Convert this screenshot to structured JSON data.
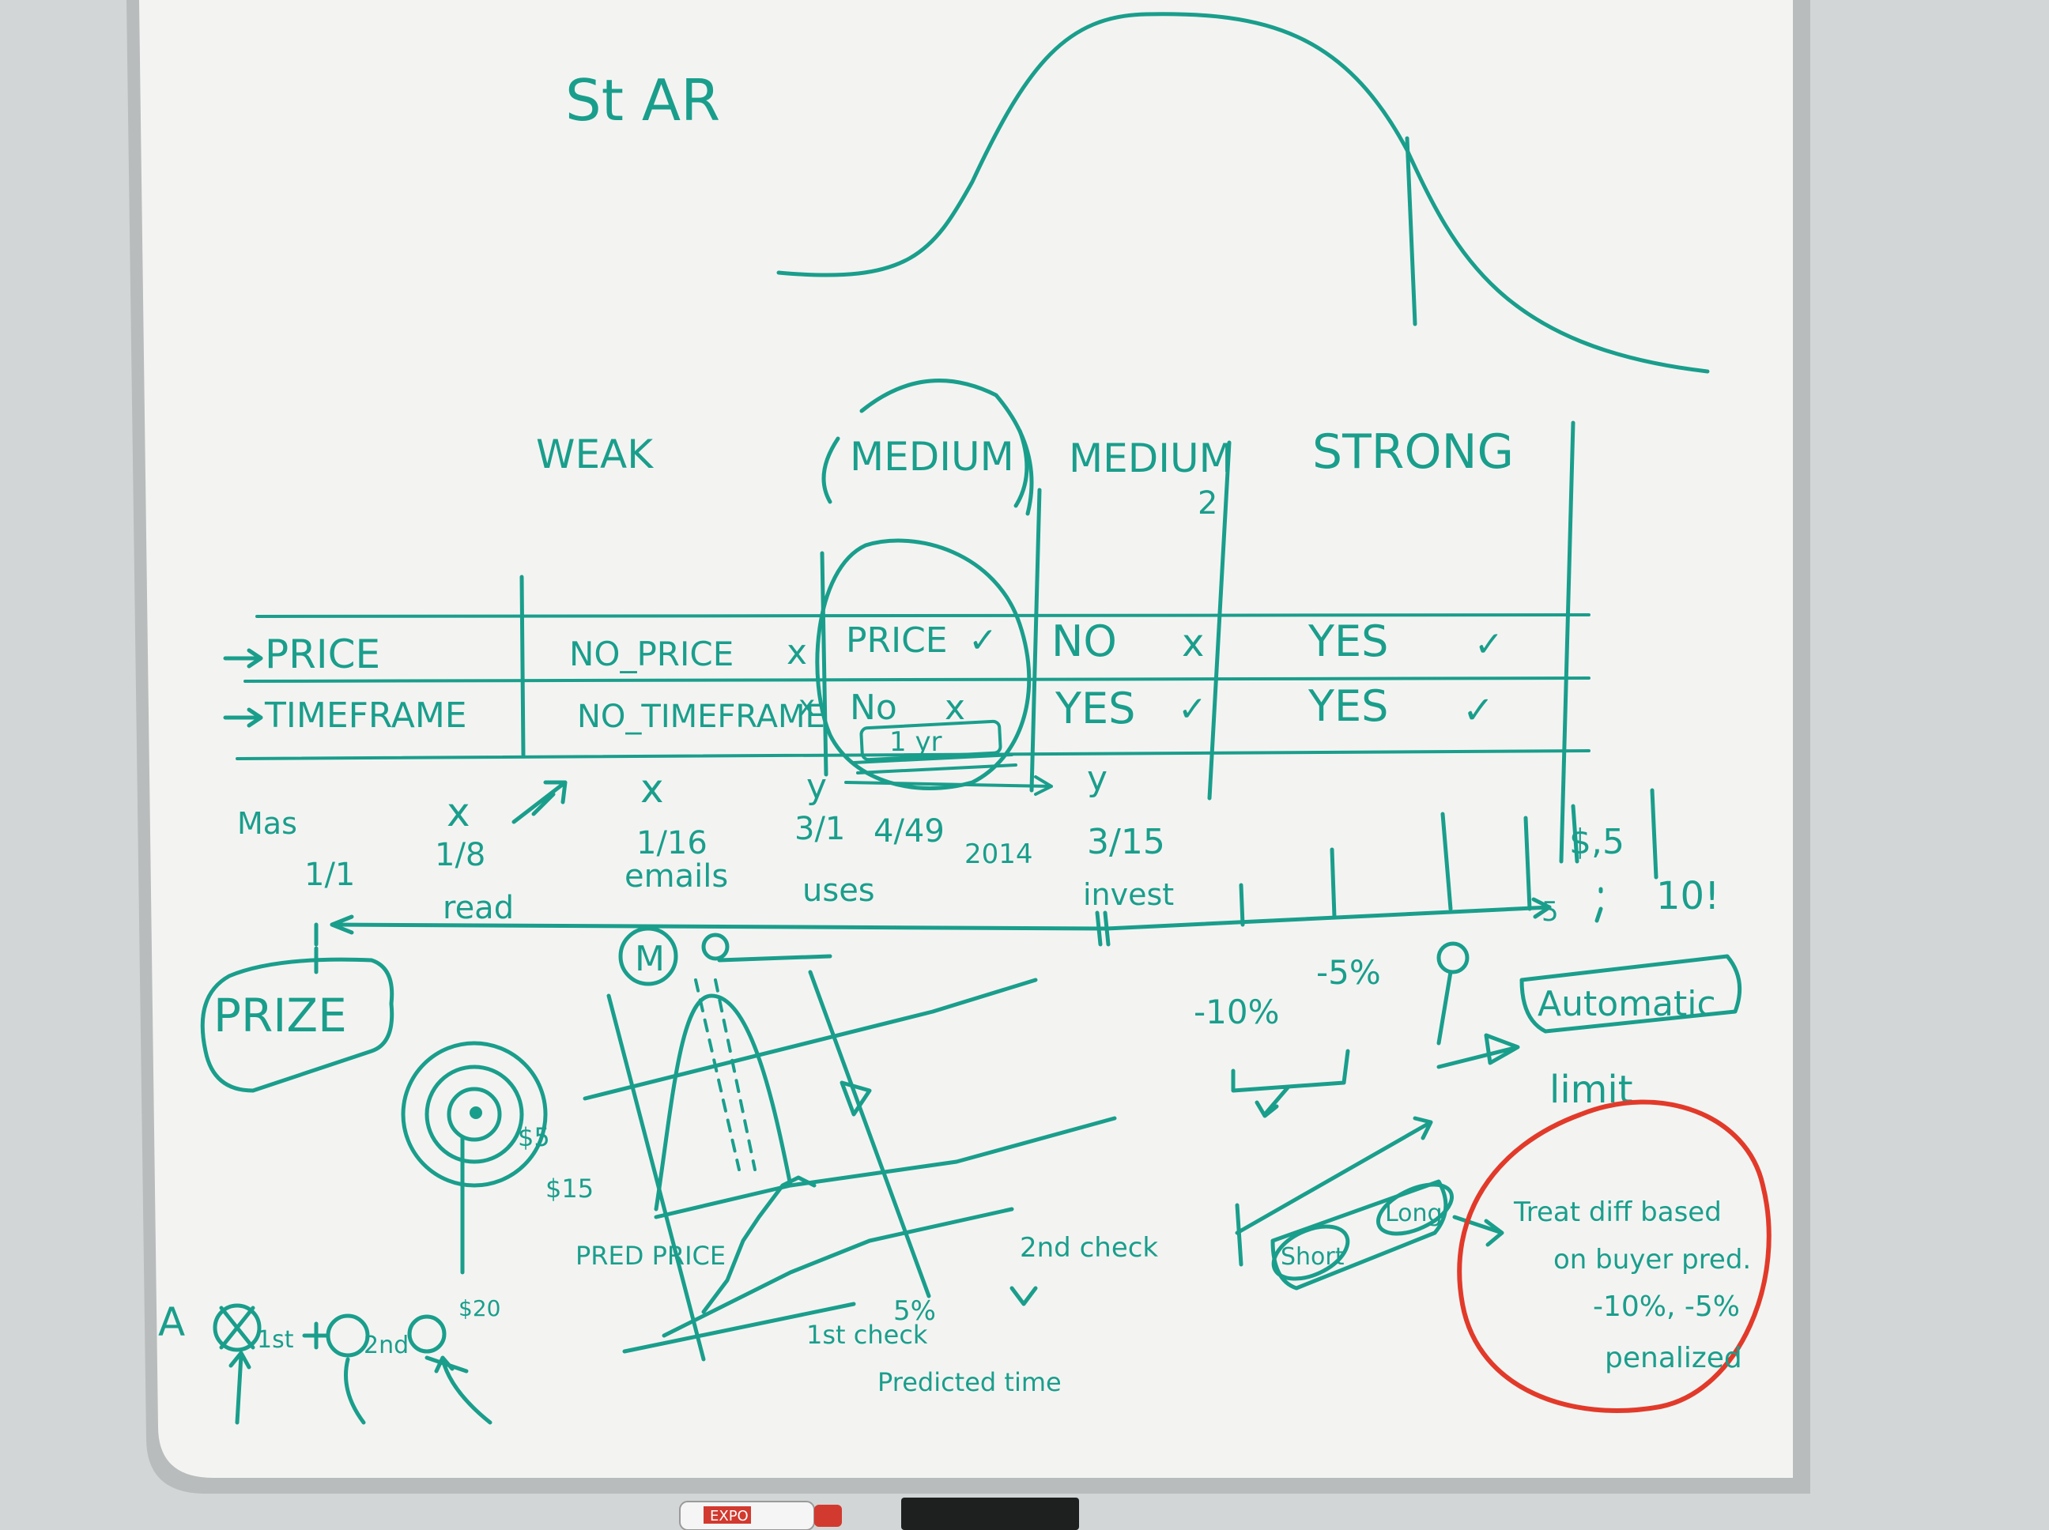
{
  "colors": {
    "marker_teal": "#1a9e8c",
    "marker_red": "#e23a2a",
    "board_white": "#f3f4f2",
    "frame_grey": "#b9bcbc",
    "wall": "#d3d6d6"
  },
  "board": {
    "title": "St AR",
    "table": {
      "columns": [
        "WEAK",
        "MEDIUM",
        "MEDIUM",
        "STRONG"
      ],
      "medium2_subscript": "2",
      "rows": [
        {
          "label": "PRICE",
          "cells": [
            "NO_PRICE",
            "PRICE",
            "NO",
            "YES"
          ],
          "marks": [
            "x",
            "✓",
            "x",
            "✓"
          ]
        },
        {
          "label": "TIMEFRAME",
          "cells": [
            "NO_TIMEFRAME",
            "No",
            "YES",
            "YES"
          ],
          "marks": [
            "x",
            "x",
            "✓",
            "✓"
          ]
        }
      ],
      "boxed_note": "1 yr"
    },
    "timeline": {
      "labels": [
        "Mas",
        "1/1",
        "1/8",
        "read",
        "1/16",
        "emails",
        "3/1",
        "4/49",
        "2014",
        "uses",
        "3/15",
        "invest",
        "$,5",
        "10!",
        "5"
      ],
      "marks": [
        "x",
        "x",
        "y",
        "y"
      ]
    },
    "prize_box": "PRIZE",
    "target": {
      "labels": [
        "$5",
        "$15",
        "$20"
      ]
    },
    "equation": {
      "parts": [
        "A",
        "1st",
        "2nd"
      ]
    },
    "graph": {
      "labels": [
        "PRED PRICE",
        "1st check",
        "5%",
        "Predicted time",
        "2nd check",
        "M"
      ]
    },
    "right_notes": {
      "pct_labels": [
        "-10%",
        "-5%"
      ],
      "automatic_limit": [
        "Automatic",
        "limit"
      ],
      "short_long": [
        "Short",
        "Long"
      ]
    },
    "red_note": [
      "Treat diff based",
      "on buyer pred.",
      "-10%, -5%",
      "penalized"
    ],
    "marker_brand": "EXPO"
  }
}
